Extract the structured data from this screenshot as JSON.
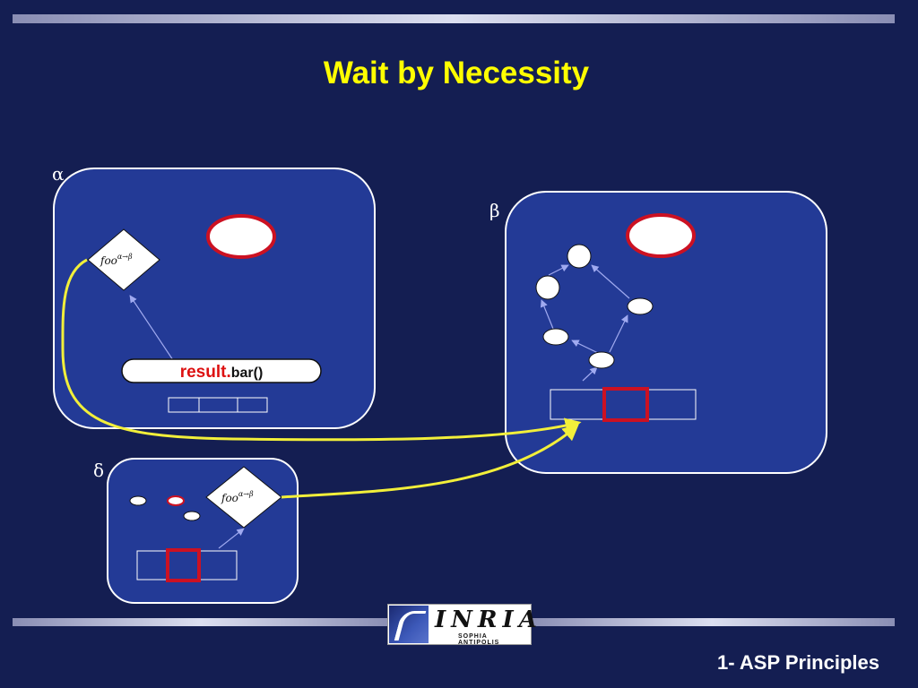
{
  "slide": {
    "title": "Wait by Necessity",
    "footer": "1- ASP Principles"
  },
  "activities": {
    "alpha": {
      "label": "α"
    },
    "beta": {
      "label": "β"
    },
    "delta": {
      "label": "δ"
    }
  },
  "future_label": {
    "prefix": "foo",
    "superscript": "α→β"
  },
  "call_box": {
    "result_text": "result.",
    "method_text": "bar()"
  },
  "logo": {
    "word": "INRIA",
    "sub": "SOPHIA ANTIPOLIS"
  },
  "colors": {
    "background": "#141e52",
    "box_fill": "#233a96",
    "title": "#ffff00",
    "reference_curve": "#f2ef3a",
    "highlight": "#cc1122",
    "arrow": "#a0aaf0"
  }
}
